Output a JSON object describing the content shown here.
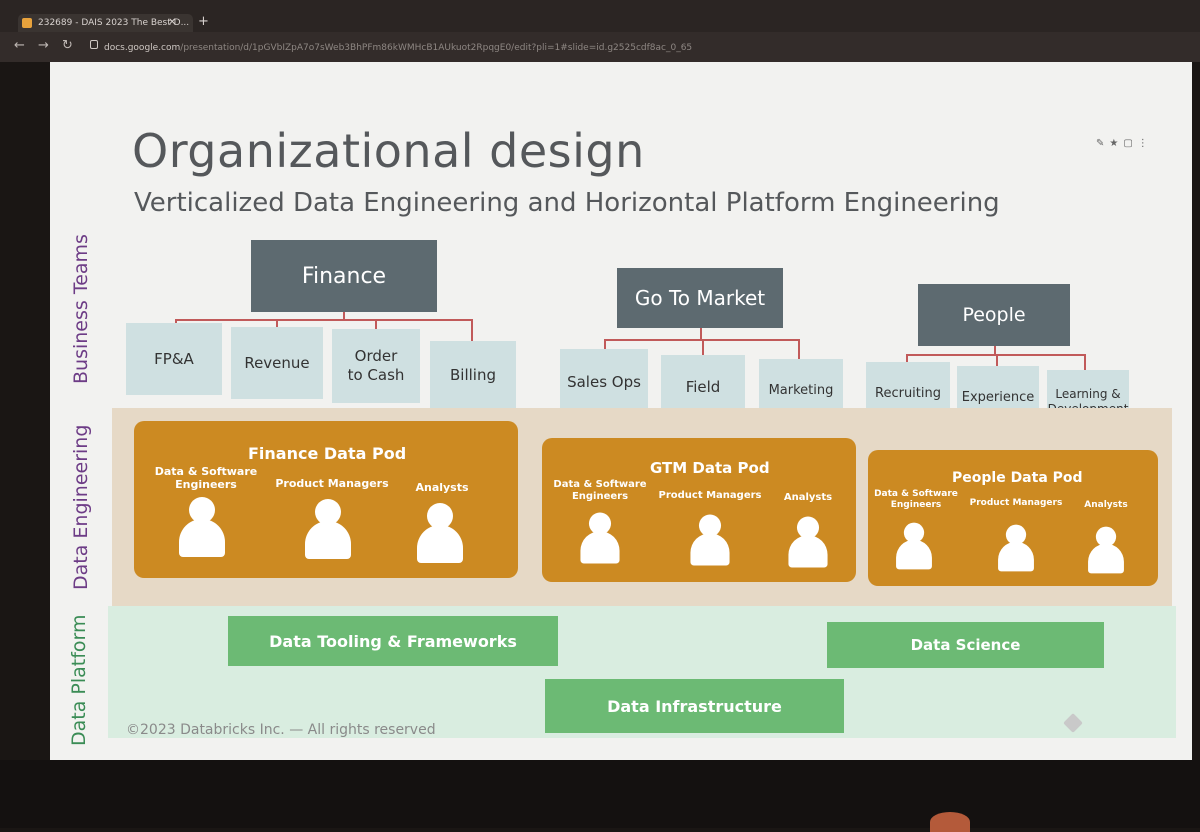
{
  "browser": {
    "tab_title": "232689 - DAIS 2023 The Best D...",
    "tab_close": "✕",
    "new_tab": "+",
    "back": "←",
    "forward": "→",
    "reload": "↻",
    "url_host": "docs.google.com",
    "url_path": "/presentation/d/1pGVbIZpA7o7sWeb3BhPFm86kWMHcB1AUkuot2RpqgE0/edit?pli=1#slide=id.g2525cdf8ac_0_65"
  },
  "slide": {
    "title": "Organizational design",
    "subtitle": "Verticalized Data Engineering and Horizontal Platform Engineering",
    "side_labels": {
      "business": "Business Teams",
      "engineering": "Data Engineering",
      "platform": "Data Platform"
    },
    "business": {
      "finance": {
        "name": "Finance",
        "subs": [
          "FP&A",
          "Revenue",
          "Order to Cash",
          "Billing"
        ]
      },
      "gtm": {
        "name": "Go To Market",
        "subs": [
          "Sales Ops",
          "Field",
          "Marketing"
        ]
      },
      "people": {
        "name": "People",
        "subs": [
          "Recruiting",
          "Experience",
          "Learning & Development"
        ]
      }
    },
    "pods": {
      "finance": {
        "title": "Finance Data Pod"
      },
      "gtm": {
        "title": "GTM Data Pod"
      },
      "people": {
        "title": "People Data Pod"
      },
      "roles": {
        "engineers": "Data & Software Engineers",
        "pms": "Product Managers",
        "analysts": "Analysts"
      }
    },
    "platform": {
      "tooling": "Data Tooling & Frameworks",
      "science": "Data Science",
      "infra": "Data Infrastructure"
    },
    "copyright": "©2023 Databricks Inc. — All rights reserved"
  },
  "colors": {
    "dept_box": "#5d6a70",
    "sub_box": "#cfe0e1",
    "pod": "#cc8a22",
    "platform_box": "#6cba74",
    "business_label": "#6d3c86",
    "platform_label": "#3a8c55"
  }
}
